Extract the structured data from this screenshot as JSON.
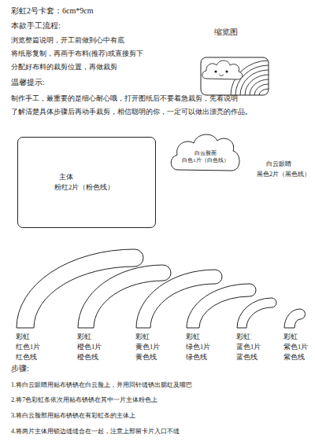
{
  "diagram": {
    "title": "彩虹2号卡套：6cm*9cm",
    "nodes": [
      {
        "text": [
          "主体",
          "粉红2片（粉色线）"
        ]
      },
      {
        "text": [
          "白云脸面",
          "白色1片（白色线）"
        ]
      },
      {
        "text": [
          "彩虹",
          "红色1片",
          "红色线"
        ]
      },
      {
        "text": [
          "彩虹",
          "橙色1片",
          "橙色线"
        ]
      },
      {
        "text": [
          "彩虹",
          "黄色1片",
          "黄色线"
        ]
      },
      {
        "text": [
          "彩虹",
          "绿色1片",
          "绿色线"
        ]
      },
      {
        "text": [
          "彩虹",
          "蓝色1片",
          "蓝色线"
        ]
      },
      {
        "text": [
          "彩虹",
          "紫色1片",
          "紫色线"
        ]
      }
    ],
    "labels": [
      "本款手工流程:",
      "浏览整篇说明，开工前做到心中有底",
      "将纸形复制，再画于布料(推荐)或直接剪下",
      "分配好布料的裁剪位置，再做裁剪",
      "缩览图",
      "温馨提示:",
      "制作手工，最重要的是细心耐心哦，打开图纸后不要着急裁剪，先看说明",
      "了解清楚具体步骤后再动手裁剪，相信聪明的你，一定可以做出漂亮的作品。",
      "白云眼睛",
      "黑色2片（黑色线）",
      "步骤:",
      "1.将白云眼睛用贴布锈锈在白云脸上，并用回针缝锈出腮红及嘴巴",
      "2.将7色彩虹条依次用贴布锈锈在其中一片主体粉色上",
      "3.将白云脸部用贴布锈锈在有彩虹条的主体上",
      "4.将两片主体用锁边缝缝合在一起，注意上部留卡片入口不缝"
    ]
  }
}
